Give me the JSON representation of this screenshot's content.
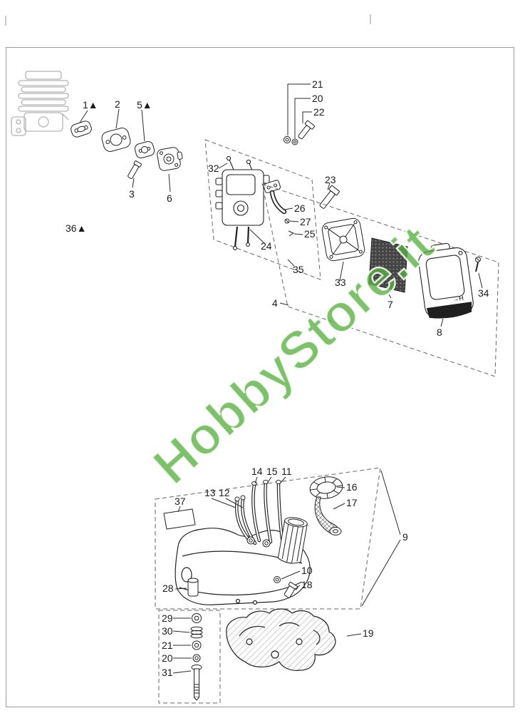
{
  "watermark": {
    "text": "HobbyStore.it",
    "color": "#3aaa35"
  },
  "drawing": {
    "cover_mark": "→H"
  },
  "callouts": {
    "c21a": "21",
    "c20a": "20",
    "c22": "22",
    "c1": "1▲",
    "c2": "2",
    "c5": "5▲",
    "c3": "3",
    "c6": "6",
    "c36": "36▲",
    "c32": "32",
    "c23": "23",
    "c26": "26",
    "c27": "27",
    "c25": "25",
    "c24": "24",
    "c35": "35",
    "c4": "4",
    "c33": "33",
    "c7": "7",
    "c8": "8",
    "c34": "34",
    "c14": "14",
    "c15": "15",
    "c11": "11",
    "c13": "13",
    "c12": "12",
    "c16": "16",
    "c17": "17",
    "c37": "37",
    "c9": "9",
    "c28": "28",
    "c10": "10",
    "c18": "18",
    "c29": "29",
    "c30": "30",
    "c21b": "21",
    "c20b": "20",
    "c31": "31",
    "c19": "19"
  }
}
